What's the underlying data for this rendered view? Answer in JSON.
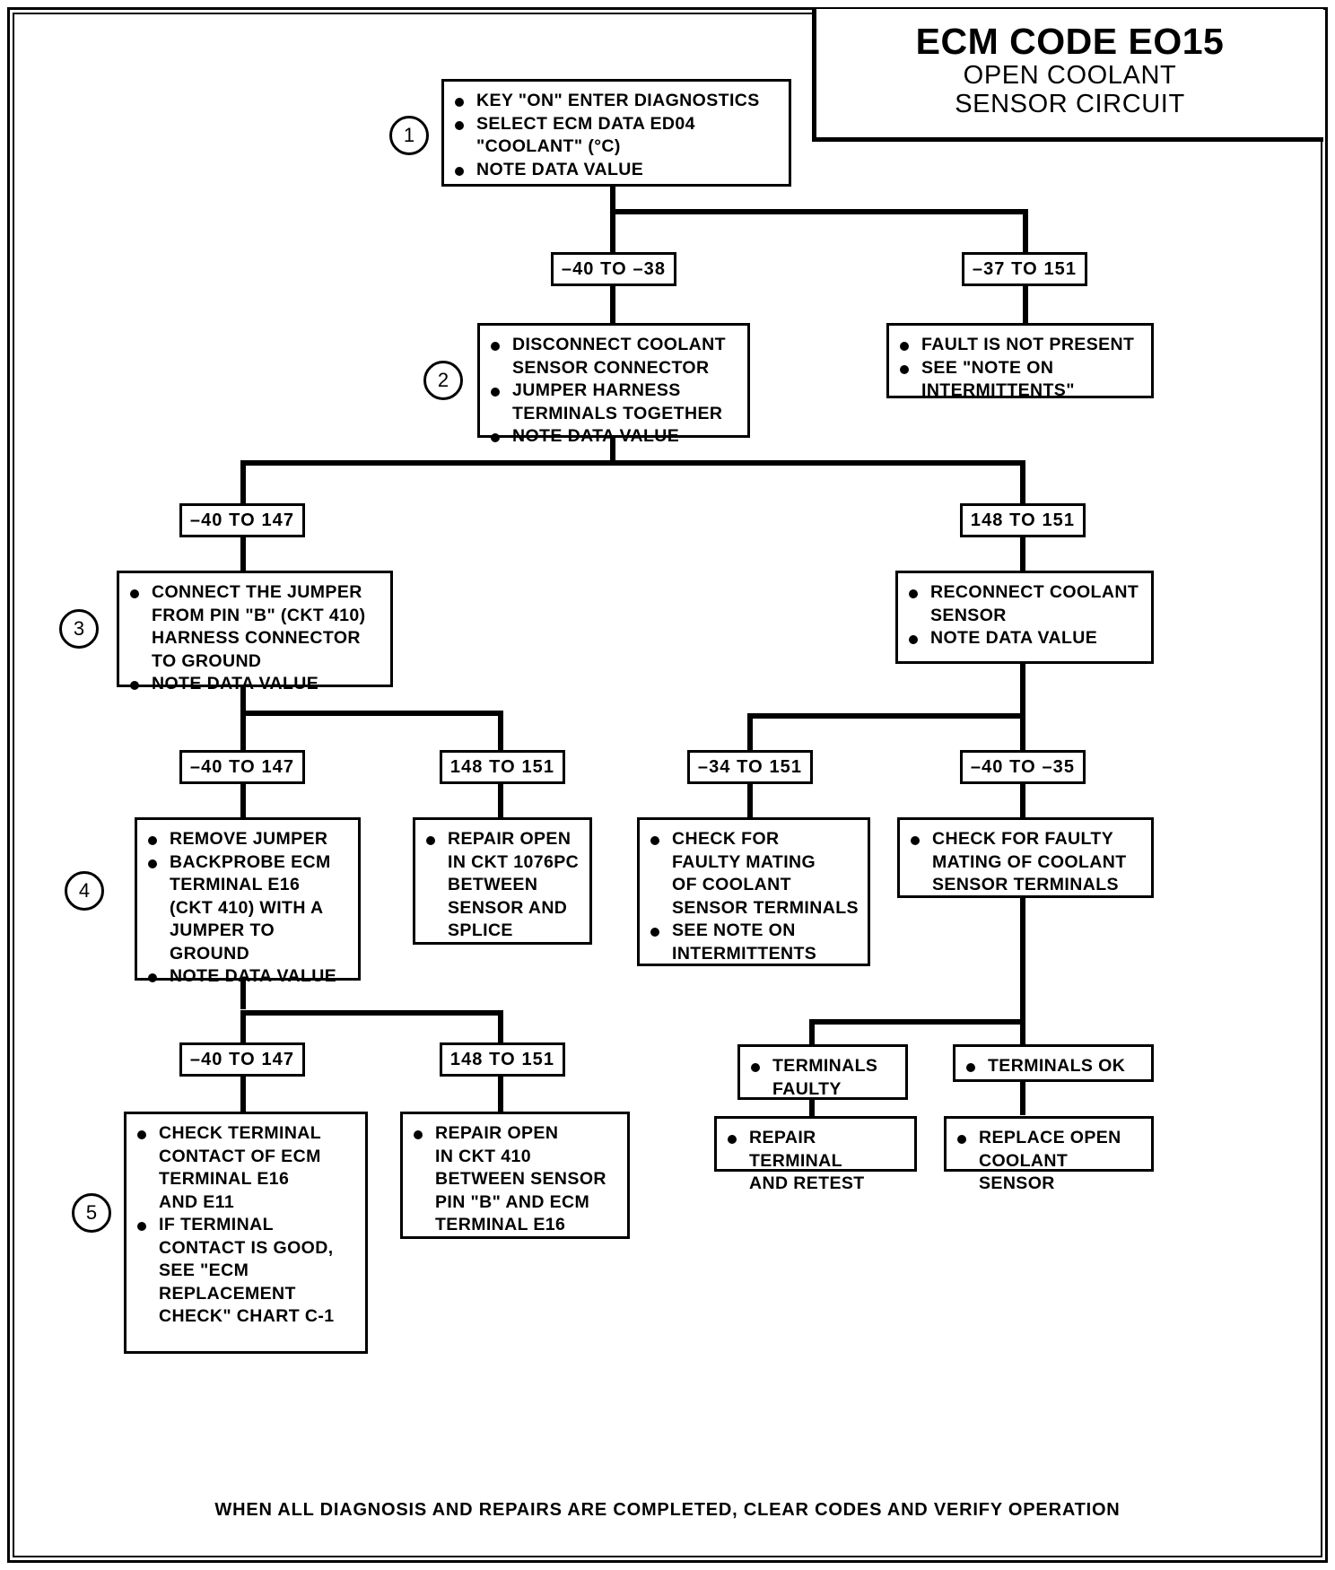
{
  "title": {
    "main": "ECM CODE EO15",
    "line2": "OPEN COOLANT",
    "line3": "SENSOR CIRCUIT"
  },
  "footer": "WHEN ALL DIAGNOSIS AND REPAIRS ARE COMPLETED, CLEAR CODES AND VERIFY OPERATION",
  "steps": {
    "s1": "1",
    "s2": "2",
    "s3": "3",
    "s4": "4",
    "s5": "5"
  },
  "boxes": {
    "step1": [
      "KEY \"ON\" ENTER DIAGNOSTICS",
      "SELECT ECM DATA ED04\n\"COOLANT\" (°C)",
      "NOTE DATA VALUE"
    ],
    "step2": [
      "DISCONNECT COOLANT\nSENSOR CONNECTOR",
      "JUMPER HARNESS\nTERMINALS TOGETHER",
      "NOTE DATA VALUE"
    ],
    "fault_not_present": [
      "FAULT IS NOT PRESENT",
      "SEE \"NOTE ON\nINTERMITTENTS\""
    ],
    "step3": [
      "CONNECT THE JUMPER\nFROM PIN \"B\" (CKT 410)\nHARNESS CONNECTOR\nTO GROUND",
      "NOTE DATA VALUE"
    ],
    "reconnect_sensor": [
      "RECONNECT COOLANT\nSENSOR",
      "NOTE DATA VALUE"
    ],
    "step4": [
      "REMOVE JUMPER",
      "BACKPROBE ECM\nTERMINAL E16\n(CKT 410) WITH A\nJUMPER TO\nGROUND",
      "NOTE DATA VALUE"
    ],
    "repair_1076pc": [
      "REPAIR OPEN\nIN CKT 1076PC\nBETWEEN\nSENSOR AND\nSPLICE"
    ],
    "check_faulty_mating": [
      "CHECK FOR\nFAULTY MATING\nOF COOLANT\nSENSOR TERMINALS",
      "SEE NOTE ON\nINTERMITTENTS"
    ],
    "check_faulty_mating2": [
      "CHECK FOR FAULTY\nMATING OF COOLANT\nSENSOR TERMINALS"
    ],
    "step5": [
      "CHECK TERMINAL\nCONTACT OF ECM\nTERMINAL E16\nAND E11",
      "IF TERMINAL\nCONTACT IS GOOD,\nSEE \"ECM\nREPLACEMENT\nCHECK\" CHART C-1"
    ],
    "repair_410": [
      "REPAIR OPEN\nIN CKT 410\nBETWEEN SENSOR\nPIN \"B\" AND ECM\nTERMINAL E16"
    ],
    "terminals_faulty": [
      "TERMINALS\nFAULTY"
    ],
    "terminals_ok": [
      "TERMINALS OK"
    ],
    "repair_terminal": [
      "REPAIR TERMINAL\nAND RETEST"
    ],
    "replace_sensor": [
      "REPLACE OPEN\nCOOLANT SENSOR"
    ]
  },
  "ranges": {
    "r1_left": "–40 TO –38",
    "r1_right": "–37 TO 151",
    "r2_left": "–40 TO 147",
    "r2_right": "148 TO 151",
    "r3_left": "–40 TO 147",
    "r3_right": "148 TO 151",
    "r3_mid_left": "–34 TO 151",
    "r3_mid_right": "–40 TO –35",
    "r4_left": "–40 TO 147",
    "r4_right": "148 TO 151"
  },
  "colors": {
    "ink": "#000000",
    "paper": "#ffffff"
  }
}
